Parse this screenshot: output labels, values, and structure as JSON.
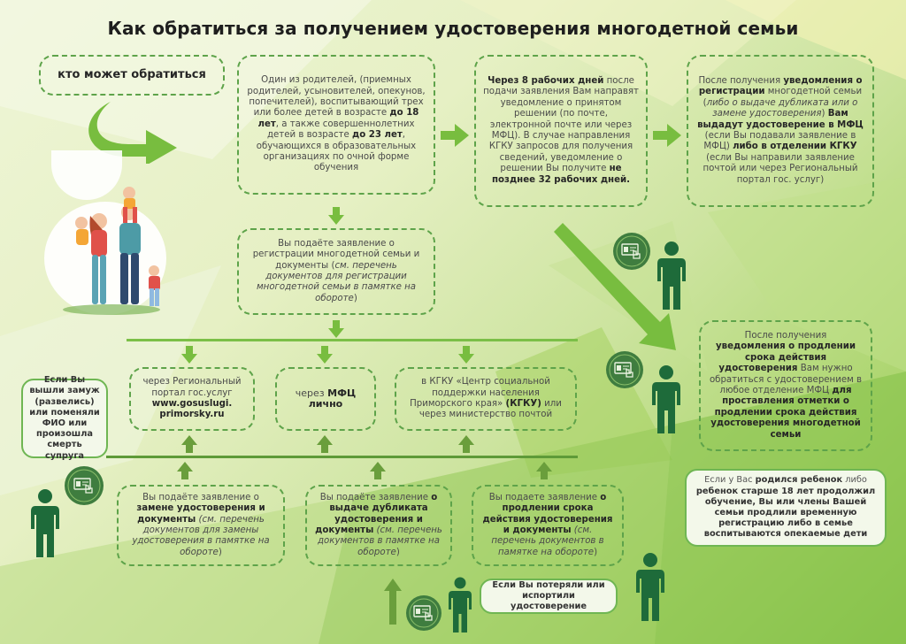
{
  "title": "Как обратиться за получением удостоверения многодетной семьи",
  "who_can_apply": {
    "label": "кто может обратиться"
  },
  "eligibility": {
    "p1": "Один из родителей, (приемных родителей, усыновителей, опекунов, попечителей), воспитывающий трех или более  детей в возрасте ",
    "b1": "до 18 лет",
    "p2": ", а также совершеннолетних детей в возрасте ",
    "b2": "до 23 лет",
    "p3": ", обучающихся в образовательных организациях по очной форме обучения"
  },
  "decision": {
    "b1": "Через 8 рабочих дней",
    "p1": " после подачи заявления Вам направят уведомление о принятом решении (по почте, электронной почте или через МФЦ). В случае направления КГКУ запросов для получения сведений, уведомление о решении Вы получите ",
    "b2": "не позднее 32 рабочих дней."
  },
  "issuance": {
    "p1": "После получения ",
    "b1": "уведомления о регистрации",
    "p2": " многодетной семьи (",
    "i1": "либо о выдаче дубликата или о замене удостоверения",
    "p3": ") ",
    "b2": "Вам выдадут удостоверение в МФЦ",
    "p4": " (если Вы подавали заявление в МФЦ) ",
    "b3": "либо в отделении КГКУ",
    "p5": " (если Вы направили заявление почтой или через Региональный портал гос. услуг)"
  },
  "application": {
    "p1": "Вы подаёте заявление о регистрации многодетной семьи и документы (",
    "i1": "см. перечень документов для регистрации многодетной семьи в памятке на обороте",
    "p2": ")"
  },
  "channels": [
    {
      "p1": "через Региональный портал гос.услуг",
      "b1": "www.gosuslugi. primorsky.ru"
    },
    {
      "p1": "через ",
      "b1": "МФЦ",
      "b2": "лично"
    },
    {
      "p1": "в КГКУ «Центр социальной поддержки населения Приморского края» ",
      "b1": "(КГКУ)",
      "p2": " или через министерство почтой"
    }
  ],
  "extension_notice": {
    "p1": "После получения ",
    "b1": "уведомления о продлении срока действия удостоверения",
    "p2": " Вам нужно обратиться с удостоверением в любое отделение МФЦ ",
    "b2": "для проставления отметки о продлении срока действия удостоверения многодетной семьи"
  },
  "bottom_applications": [
    {
      "p1": "Вы подаёте заявление о ",
      "b1": "замене удостоверения и документы",
      "i1": "(см. перечень документов для замены удостоверения в памятке на обороте",
      "p2": ")"
    },
    {
      "p1": "Вы подаёте заявление ",
      "b1": "о выдаче дубликата удостоверения и документы",
      "i1": " (см. перечень документов в памятке на обороте",
      "p2": ")"
    },
    {
      "p1": "Вы подаете заявление ",
      "b1": "о продлении срока действия удостоверения и документы",
      "i1": " (см. перечень документов в памятке на обороте",
      "p2": ")"
    }
  ],
  "bubbles": {
    "marriage": "Если Вы вышли замуж (развелись) или поменяли ФИО или  произошла смерть супруга",
    "lost": "Если Вы потеряли или испортили удостоверение",
    "child": {
      "p1": "Если у Вас ",
      "b1": "родился ребенок",
      "p2": " либо ",
      "b2": "ребенок старше 18 лет продолжил обучение, Вы или члены Вашей семьи продлили временную регистрацию либо в семье воспитываются опекаемые дети"
    }
  },
  "icons": {
    "person": "person-icon",
    "document_badge": "id-card-hand-icon",
    "arrow": "arrow-icon"
  },
  "colors": {
    "accent_green": "#7bbf47",
    "dark_green": "#1e6b3a",
    "dashed_border": "#5ea34a",
    "title": "#1e1e1e"
  }
}
